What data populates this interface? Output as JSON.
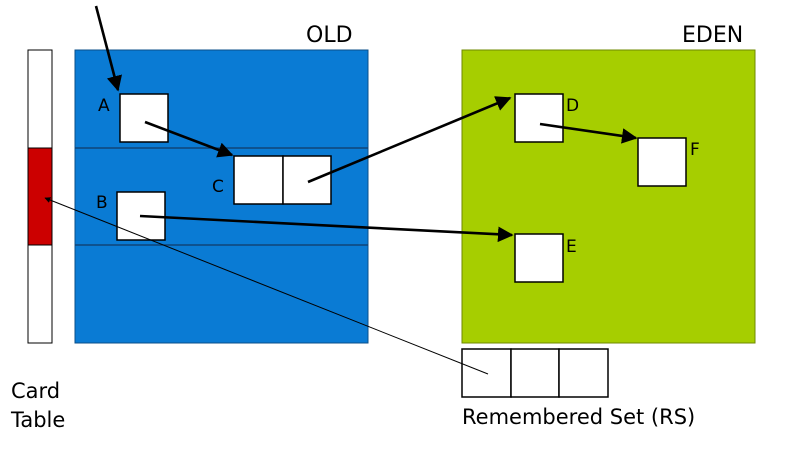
{
  "regions": {
    "old": {
      "label": "OLD",
      "color": "#0a7bd4"
    },
    "eden": {
      "label": "EDEN",
      "color": "#a6ce00"
    }
  },
  "objects": {
    "a": "A",
    "b": "B",
    "c": "C",
    "d": "D",
    "e": "E",
    "f": "F"
  },
  "card_table": {
    "label_line1": "Card",
    "label_line2": "Table",
    "dirty_color": "#cc0000"
  },
  "remembered_set": {
    "label": "Remembered Set (RS)"
  }
}
